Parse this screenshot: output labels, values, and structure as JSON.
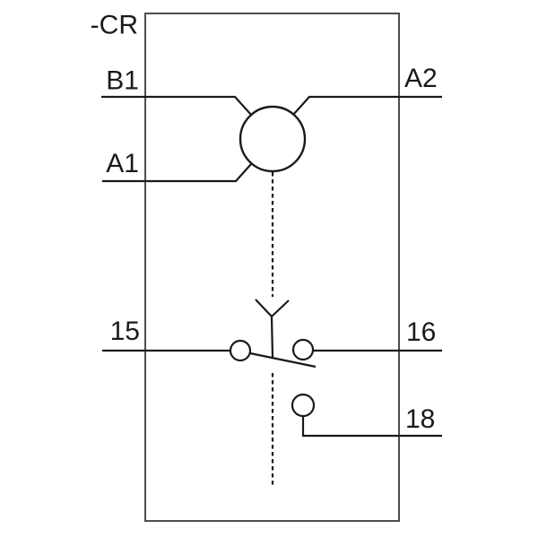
{
  "schematic": {
    "device_label": "-CR",
    "coil_terminals": {
      "b1": "B1",
      "a2": "A2",
      "a1": "A1"
    },
    "contact_terminals": {
      "t15": "15",
      "t16": "16",
      "t18": "18"
    },
    "colors": {
      "symbol_stroke": "#1a1a1a",
      "frame_stroke": "#4d4d4d",
      "text": "#1a1a1a",
      "background": "#ffffff"
    }
  }
}
